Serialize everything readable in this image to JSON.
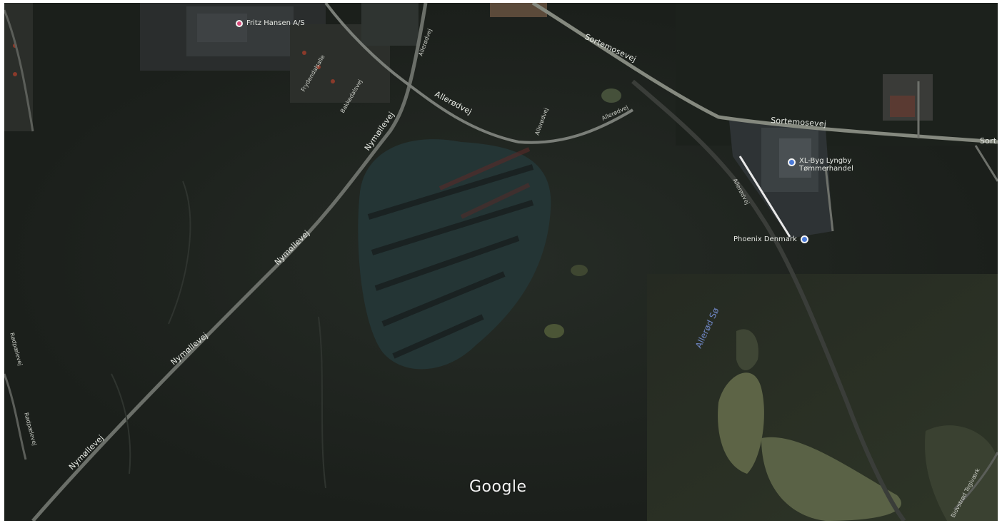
{
  "map": {
    "type": "satellite",
    "attribution": "Google",
    "roads": {
      "sortemosevej_a": "Sortemosevej",
      "sortemosevej_b": "Sortemosevej",
      "sortemosevej_c": "Sort",
      "allerodvej_a": "Allerødvej",
      "allerodvej_b": "Allerødvej",
      "allerodvej_c": "Allerødvej",
      "allerodvej_d": "Allerødvej",
      "allerodvej_e": "Allerødvej",
      "nymollevej_a": "Nymøllevej",
      "nymollevej_b": "Nymøllevej",
      "nymollevej_c": "Nymøllevej",
      "nymollevej_d": "Nymøllevej",
      "frydendalsalle": "Frydendalsalle",
      "bakkedalsvej": "Bakkedalsvej",
      "radakalevej_a": "Rødpælevej",
      "radakalevej_b": "Rødpælevej",
      "birkerod_vaerk": "Biovstrød Teglværk"
    },
    "pois": [
      {
        "name": "Fritz Hansen A/S",
        "icon": "shopping-pin-icon"
      },
      {
        "name_line1": "XL-Byg Lyngby",
        "name_line2": "Tømmerhandel",
        "icon": "shopping-pin-icon"
      },
      {
        "name": "Phoenix Denmark",
        "icon": "shopping-pin-icon"
      }
    ],
    "water": {
      "name": "Allerød Sø"
    }
  }
}
